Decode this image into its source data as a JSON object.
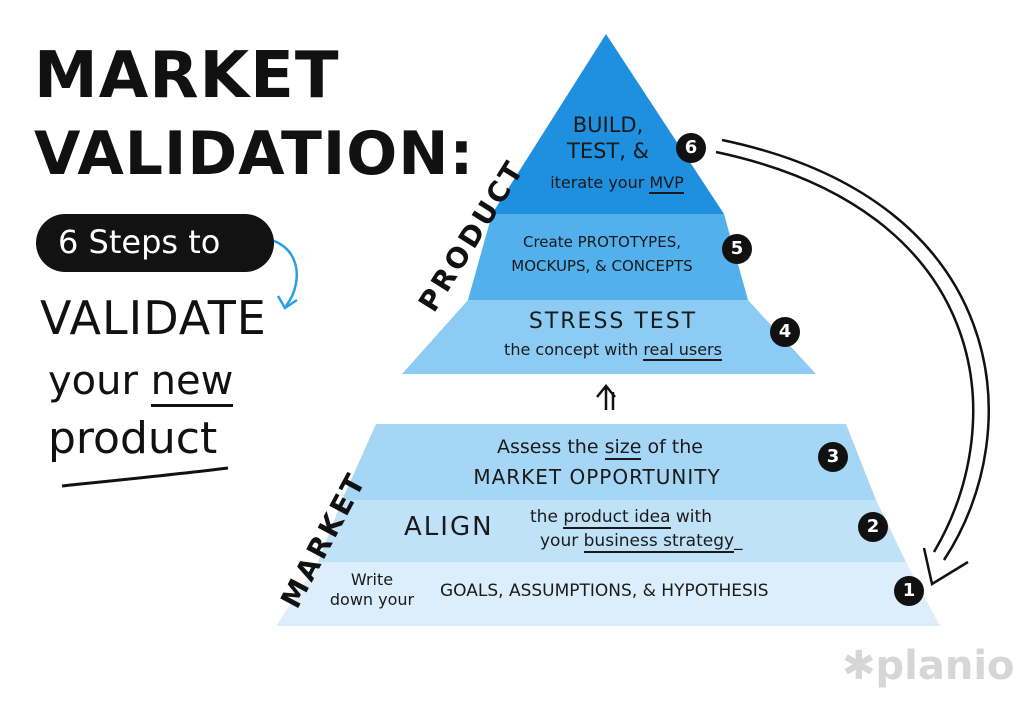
{
  "heading": {
    "line1": "MARKET",
    "line2": "VALIDATION:",
    "pill": "6 Steps to",
    "line3": "VALIDATE",
    "line4a": "your",
    "line4b": "new",
    "line5": "product"
  },
  "sections": {
    "product": "PRODUCT",
    "market": "MARKET"
  },
  "steps": [
    {
      "number": "1",
      "a": "Write",
      "b": "down your",
      "c": "GOALS, ASSUMPTIONS, & HYPOTHESIS"
    },
    {
      "number": "2",
      "a": "ALIGN",
      "b": "the",
      "c": "product idea",
      "d": "with",
      "e": "your",
      "f": "business strategy",
      "g": "_"
    },
    {
      "number": "3",
      "a": "Assess the",
      "b": "size",
      "c": "of the",
      "d": "MARKET OPPORTUNITY"
    },
    {
      "number": "4",
      "a": "STRESS TEST",
      "b": "the concept with",
      "c": "real users"
    },
    {
      "number": "5",
      "a": "Create PROTOTYPES,",
      "b": "MOCKUPS, & CONCEPTS"
    },
    {
      "number": "6",
      "a": "BUILD,",
      "b": "TEST, &",
      "c": "iterate your",
      "d": "MVP"
    }
  ],
  "logo": "planio",
  "colors": {
    "tier1": "#dceefb",
    "tier2": "#bfe2f9",
    "tier3": "#a6d6f6",
    "tier4": "#8cccf4",
    "tier5": "#52b0ec",
    "tier6": "#1f8fe0",
    "ink": "#111111"
  }
}
